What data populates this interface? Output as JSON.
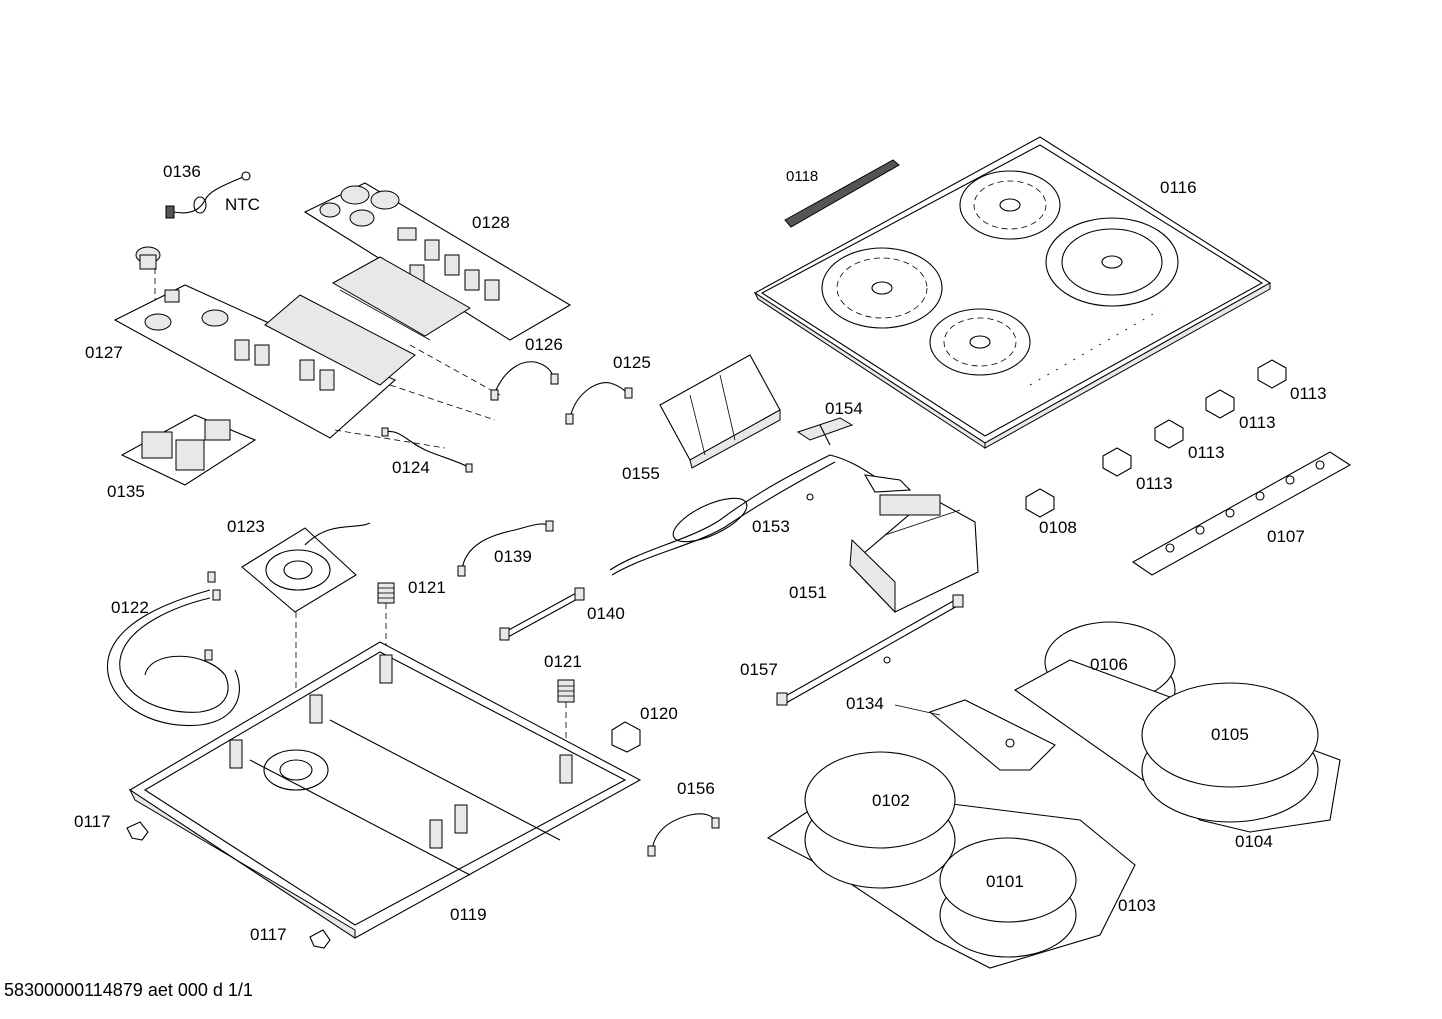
{
  "footer": {
    "drawing_id": "58300000114879 aet 000 d 1/1"
  },
  "labels": {
    "l0136": "0136",
    "lntc": "NTC",
    "l0128": "0128",
    "l0127": "0127",
    "l0126": "0126",
    "l0125": "0125",
    "l0124": "0124",
    "l0135": "0135",
    "l0123": "0123",
    "l0122": "0122",
    "l0121a": "0121",
    "l0121b": "0121",
    "l0139": "0139",
    "l0140": "0140",
    "l0120": "0120",
    "l0156": "0156",
    "l0117a": "0117",
    "l0117b": "0117",
    "l0119": "0119",
    "l0118": "0118",
    "l0116": "0116",
    "l0155": "0155",
    "l0154": "0154",
    "l0153": "0153",
    "l0151": "0151",
    "l0157": "0157",
    "l0134": "0134",
    "l0113a": "0113",
    "l0113b": "0113",
    "l0113c": "0113",
    "l0113d": "0113",
    "l0108": "0108",
    "l0107": "0107",
    "l0106": "0106",
    "l0105": "0105",
    "l0104": "0104",
    "l0102": "0102",
    "l0101": "0101",
    "l0103": "0103"
  }
}
